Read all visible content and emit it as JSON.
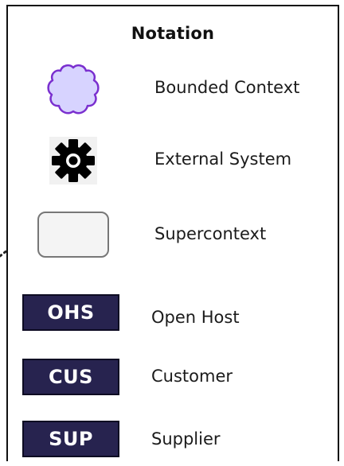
{
  "legend": {
    "title": "Notation",
    "items": [
      {
        "key": "bounded-context",
        "label": "Bounded Context",
        "icon": "cloud-icon",
        "fill": "#d7d3ff",
        "stroke": "#7a2fcf"
      },
      {
        "key": "external-system",
        "label": "External System",
        "icon": "gear-icon",
        "fill": "#000000"
      },
      {
        "key": "supercontext",
        "label": "Supercontext",
        "icon": "rounded-rect-icon",
        "fill": "#f4f4f4",
        "stroke": "#777777"
      },
      {
        "key": "open-host",
        "label": "Open Host",
        "badge": "OHS",
        "fill": "#27234f"
      },
      {
        "key": "customer",
        "label": "Customer",
        "badge": "CUS",
        "fill": "#27234f"
      },
      {
        "key": "supplier",
        "label": "Supplier",
        "badge": "SUP",
        "fill": "#27234f"
      }
    ]
  }
}
